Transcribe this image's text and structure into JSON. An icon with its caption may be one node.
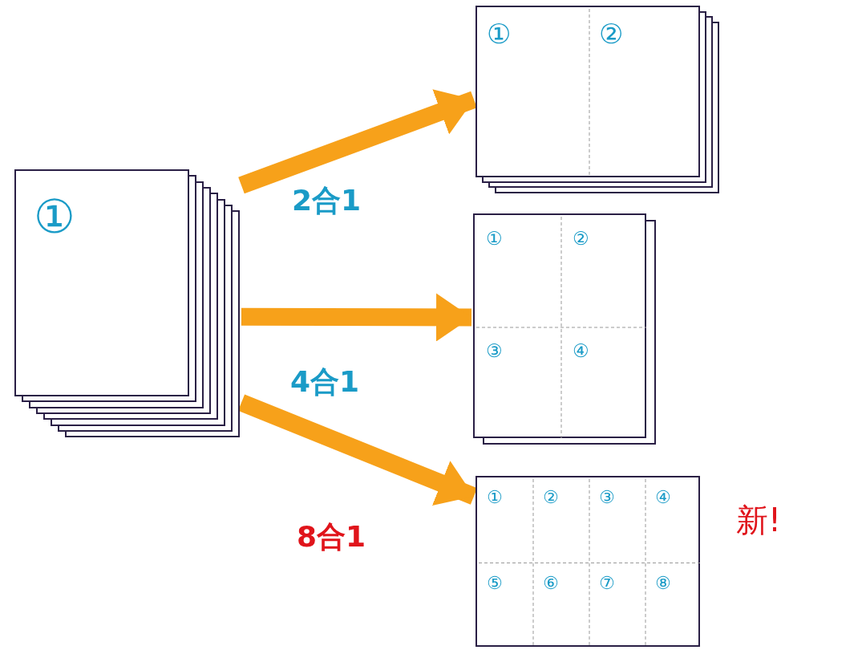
{
  "diagram": {
    "nodes": [
      {
        "text": [
          "①"
        ]
      },
      {
        "text": [
          "①",
          "②"
        ]
      },
      {
        "text": [
          "①",
          "②",
          "③",
          "④"
        ]
      },
      {
        "text": [
          "①",
          "②",
          "③",
          "④",
          "⑤",
          "⑥",
          "⑦",
          "⑧"
        ],
        "beside": [
          "新!"
        ]
      }
    ],
    "edges": [
      {
        "from": 0,
        "to": 1,
        "arrow": "to",
        "label": "2合1"
      },
      {
        "from": 0,
        "to": 2,
        "arrow": "to",
        "label": "4合1"
      },
      {
        "from": 0,
        "to": 3,
        "arrow": "to",
        "label": "8合1"
      }
    ]
  }
}
